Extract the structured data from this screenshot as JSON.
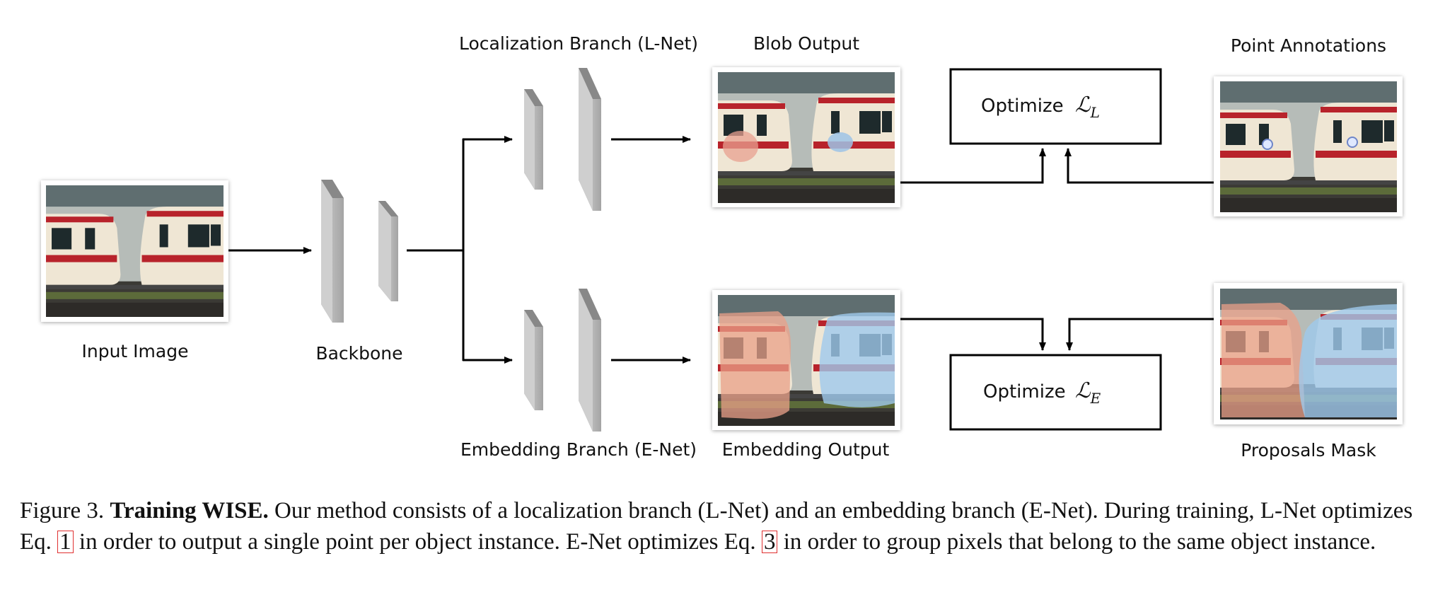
{
  "labels": {
    "input": "Input Image",
    "backbone": "Backbone",
    "loc_branch": "Localization Branch (L-Net)",
    "emb_branch": "Embedding Branch (E-Net)",
    "blob_output": "Blob Output",
    "embedding_output": "Embedding Output",
    "point_annotations": "Point Annotations",
    "proposals_mask": "Proposals Mask"
  },
  "optimize": {
    "word": "Optimize",
    "loss_symbol": "ℒ",
    "loss_l_sub": "L",
    "loss_e_sub": "E"
  },
  "caption": {
    "prefix": "Figure 3.",
    "bold_title": "Training WISE.",
    "text_1": "Our method consists of a localization branch (L-Net) and an embedding branch (E-Net). During training, L-Net optimizes Eq.",
    "ref_1": "1",
    "text_2": "in order to output a single point per object instance. E-Net optimizes Eq.",
    "ref_2": "3",
    "text_3": "in order to group pixels that belong to the same object instance."
  },
  "colors": {
    "blob_overlay": "#e8a090",
    "blob_overlay_blue": "#9ec3e6",
    "embed_red": "#e9a088",
    "embed_blue": "#9fc9ec",
    "arrow": "#000000"
  }
}
